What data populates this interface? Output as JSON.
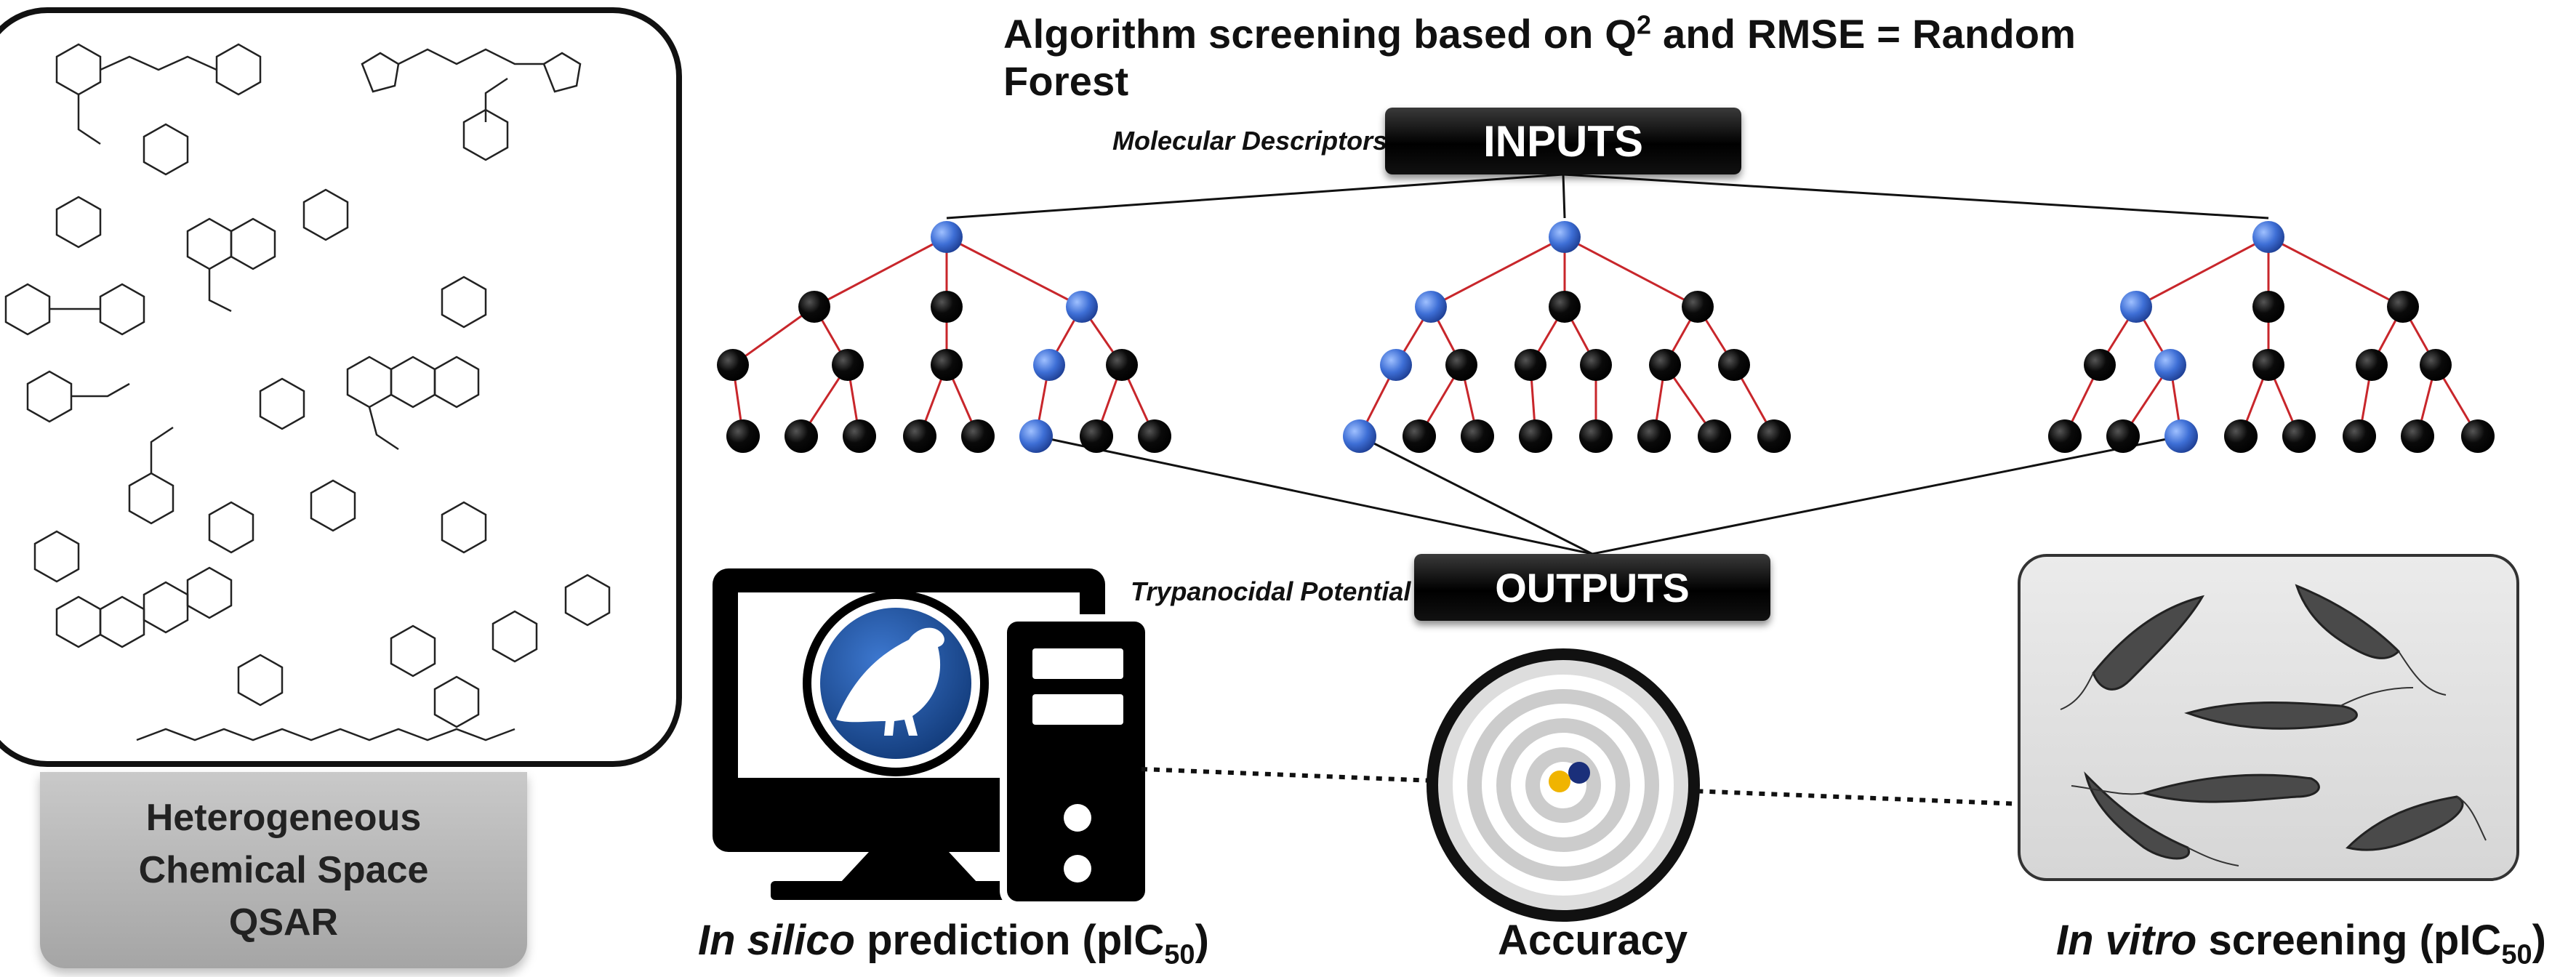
{
  "title": {
    "text": "Algorithm screening based on Q",
    "sup": "2",
    "rest": " and RMSE = Random Forest"
  },
  "chem_panel": {
    "label_line1": "Heterogeneous",
    "label_line2": "Chemical Space",
    "label_line3": "QSAR"
  },
  "inputs": {
    "banner": "INPUTS",
    "descriptor": "Molecular Descriptors"
  },
  "outputs": {
    "banner": "OUTPUTS",
    "descriptor": "Trypanocidal Potential"
  },
  "captions": {
    "silico_italic": "In silico",
    "silico_rest": " prediction (pIC",
    "silico_sub": "50",
    "silico_close": ")",
    "accuracy": "Accuracy",
    "vitro_italic": "In vitro",
    "vitro_rest": " screening (pIC",
    "vitro_sub": "50",
    "vitro_close": ")"
  },
  "colors": {
    "node_selected": "#3e6fd6",
    "node_default": "#0a0a0a",
    "tree_edge": "#c8262b",
    "screen_circle": "#1b4f9c",
    "target_dot_blue": "#1a2f7a",
    "target_dot_yellow": "#f0b400"
  },
  "icons": {
    "computer": "desktop-computer-icon",
    "bird": "bird-logo-icon",
    "target": "target-icon",
    "parasites": "trypanosome-illustration"
  }
}
